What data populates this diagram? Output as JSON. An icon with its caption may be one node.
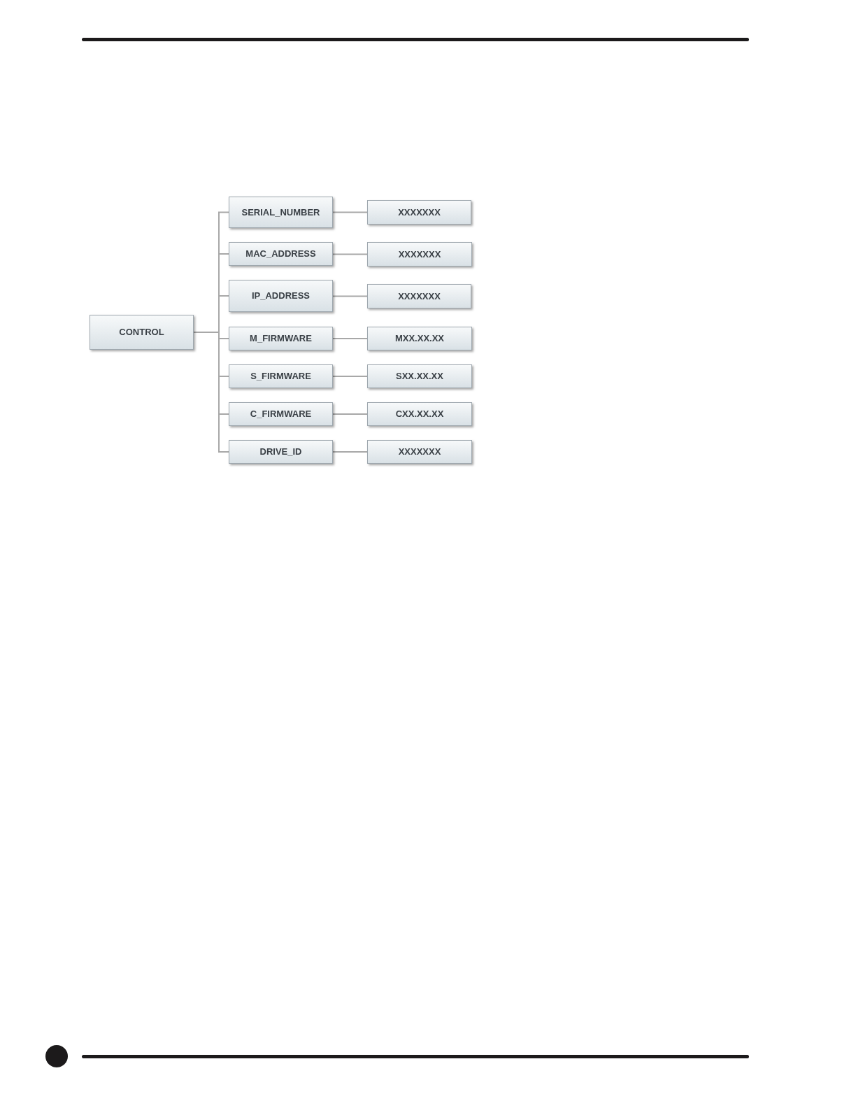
{
  "diagram": {
    "nodes": [
      {
        "text": [
          "CONTROL"
        ]
      },
      {
        "text": [
          "SERIAL_NUMBER"
        ]
      },
      {
        "text": [
          "MAC_ADDRESS"
        ]
      },
      {
        "text": [
          "IP_ADDRESS"
        ]
      },
      {
        "text": [
          "M_FIRMWARE"
        ]
      },
      {
        "text": [
          "S_FIRMWARE"
        ]
      },
      {
        "text": [
          "C_FIRMWARE"
        ]
      },
      {
        "text": [
          "DRIVE_ID"
        ]
      },
      {
        "text": [
          "XXXXXXX"
        ]
      },
      {
        "text": [
          "XXXXXXX"
        ]
      },
      {
        "text": [
          "XXXXXXX"
        ]
      },
      {
        "text": [
          "MXX.XX.XX"
        ]
      },
      {
        "text": [
          "SXX.XX.XX"
        ]
      },
      {
        "text": [
          "CXX.XX.XX"
        ]
      },
      {
        "text": [
          "XXXXXXX"
        ]
      }
    ],
    "edges": [
      {
        "from": 0,
        "to": 1,
        "arrow": "none"
      },
      {
        "from": 0,
        "to": 2,
        "arrow": "none"
      },
      {
        "from": 0,
        "to": 3,
        "arrow": "none"
      },
      {
        "from": 0,
        "to": 4,
        "arrow": "none"
      },
      {
        "from": 0,
        "to": 5,
        "arrow": "none"
      },
      {
        "from": 0,
        "to": 6,
        "arrow": "none"
      },
      {
        "from": 0,
        "to": 7,
        "arrow": "none"
      },
      {
        "from": 1,
        "to": 8,
        "arrow": "none"
      },
      {
        "from": 2,
        "to": 9,
        "arrow": "none"
      },
      {
        "from": 3,
        "to": 10,
        "arrow": "none"
      },
      {
        "from": 4,
        "to": 11,
        "arrow": "none"
      },
      {
        "from": 5,
        "to": 12,
        "arrow": "none"
      },
      {
        "from": 6,
        "to": 13,
        "arrow": "none"
      },
      {
        "from": 7,
        "to": 14,
        "arrow": "none"
      }
    ]
  }
}
